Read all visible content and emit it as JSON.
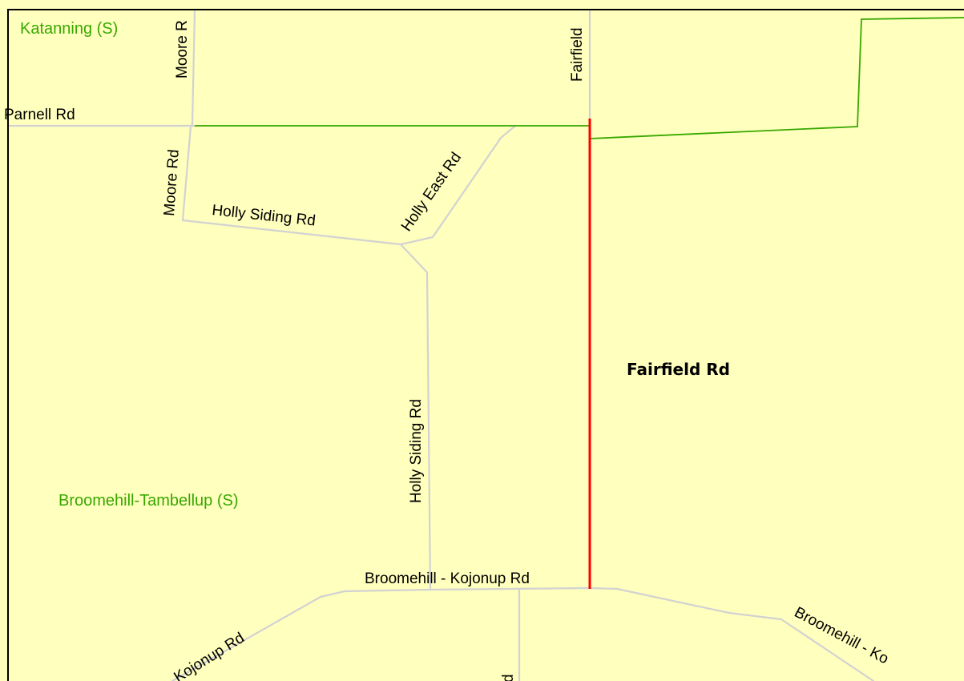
{
  "map": {
    "colors": {
      "background": "#FFFFBE",
      "frame": "#000000",
      "road": "#D2D2D2",
      "boundary": "#38A800",
      "highlight": "#FF0000",
      "road_label": "#000000",
      "area_label": "#38A800",
      "highlight_label": "#000000"
    },
    "areas": {
      "katanning": "Katanning (S)",
      "broomehill_tambellup": "Broomehill-Tambellup (S)"
    },
    "roads": {
      "moore_top": "Moore R",
      "moore": "Moore Rd",
      "fairfield_top": "Fairfield",
      "parnell": "Parnell Rd",
      "holly_siding_west": "Holly Siding Rd",
      "holly_east": "Holly East Rd",
      "holly_siding_vertical": "Holly Siding Rd",
      "broomehill_kojonup_main": "Broomehill - Kojonup Rd",
      "kojonup_sw": "Kojonup Rd",
      "south_road_fragment": "d",
      "broomehill_ko": "Broomehill - Ko"
    },
    "highlight": {
      "label": "Fairfield Rd"
    }
  }
}
